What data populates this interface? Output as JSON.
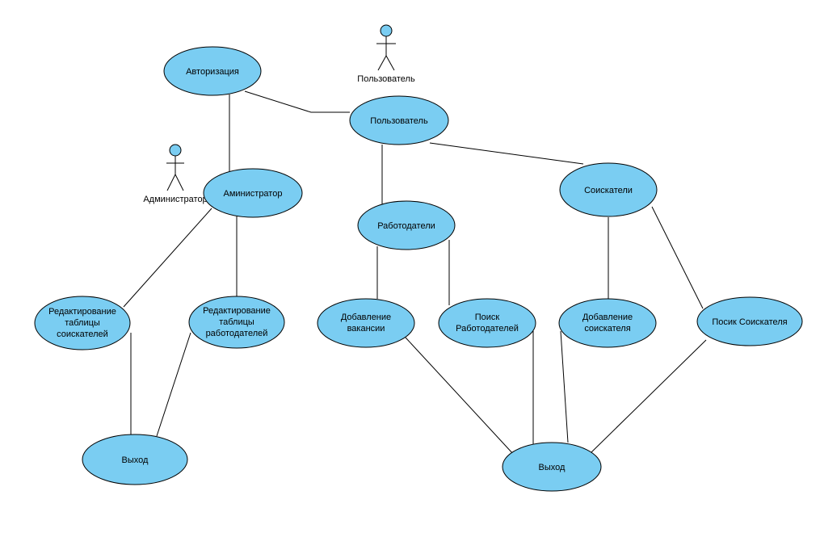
{
  "actors": {
    "user": "Пользователь",
    "admin": "Администратор"
  },
  "use_cases": {
    "auth": [
      "Авторизация"
    ],
    "user": [
      "Пользователь"
    ],
    "admin": [
      "Аминистратор"
    ],
    "employers": [
      "Работодатели"
    ],
    "seekers": [
      "Соискатели"
    ],
    "edit_seekers": [
      "Редактирование",
      "таблицы",
      "соискателей"
    ],
    "edit_employers": [
      "Редактирование",
      "таблицы",
      "работодателей"
    ],
    "add_vacancy": [
      "Добавление",
      "вакансии"
    ],
    "search_employers": [
      "Поиск",
      "Работодателей"
    ],
    "add_seeker": [
      "Добавление",
      "соискателя"
    ],
    "search_seeker": [
      "Посик Соискателя"
    ],
    "exit_left": [
      "Выход"
    ],
    "exit_right": [
      "Выход"
    ]
  }
}
